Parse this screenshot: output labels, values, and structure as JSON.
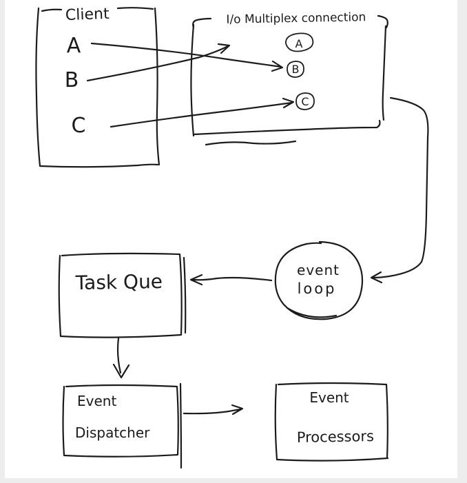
{
  "page": {
    "background_color": "#ededed",
    "paper_color": "#ffffff",
    "ink_color": "#1b1b1b"
  },
  "client_box": {
    "title": "Client",
    "items": [
      {
        "label": "A"
      },
      {
        "label": "B"
      },
      {
        "label": "C"
      }
    ]
  },
  "multiplex_box": {
    "title": "I/o Multiplex connection",
    "items": [
      {
        "label": "A"
      },
      {
        "label": "B"
      },
      {
        "label": "C"
      }
    ]
  },
  "event_loop": {
    "line1": "event",
    "line2": "loop"
  },
  "task_queue": {
    "label": "Task Que"
  },
  "event_dispatcher": {
    "line1": "Event",
    "line2": "Dispatcher"
  },
  "event_processors": {
    "line1": "Event",
    "line2": "Processors"
  }
}
